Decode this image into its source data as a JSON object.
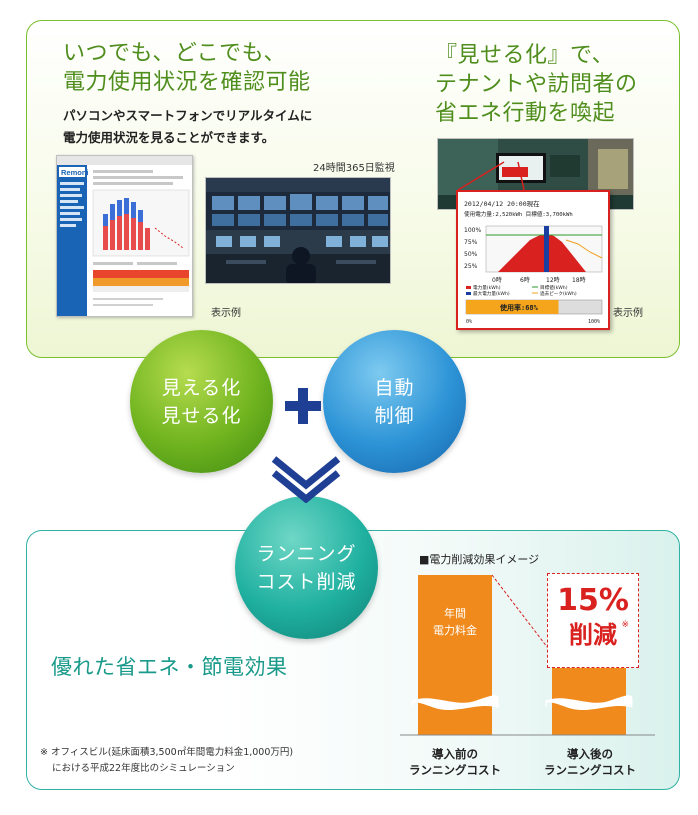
{
  "top": {
    "headline_left": [
      "いつでも、どこでも、",
      "電力使用状況を確認可能"
    ],
    "description": [
      "パソコンやスマートフォンでリアルタイムに",
      "電力使用状況を見ることができます。"
    ],
    "headline_right": [
      "『見せる化』で、",
      "テナントや訪問者の",
      "省エネ行動を喚起"
    ],
    "caption_monitor": "24時間365日監視",
    "caption_example_left": "表示例",
    "caption_example_right": "表示例",
    "browser_logo": "Remoni",
    "dashboard": {
      "date_line": "2012/04/12 20:00現在",
      "usage_line": "使用電力量:2,520kWh 目標値:3,700kWh",
      "y_ticks": [
        "100%",
        "75%",
        "50%",
        "25%"
      ],
      "x_ticks": [
        "0時",
        "6時",
        "12時",
        "18時"
      ],
      "legend": [
        "電力量(kWh)",
        "目標値(kWh)",
        "最大電力量(kWh)",
        "過去ピーク(kWh)"
      ],
      "usage_rate_label": "使用率:68%",
      "usage_rate": 0.68,
      "scale_min": "0%",
      "scale_max": "100%"
    }
  },
  "circles": {
    "visual": [
      "見える化",
      "見せる化"
    ],
    "auto": [
      "自動",
      "制御"
    ],
    "cost": [
      "ランニング",
      "コスト削減"
    ]
  },
  "bottom": {
    "effect_title": "優れた省エネ・節電効果",
    "footnote": [
      "※ オフィスビル(延床面積3,500㎡年間電力料金1,000万円)",
      "における平成22年度比のシミュレーション"
    ]
  },
  "chart_data": {
    "type": "bar",
    "title": "■電力削減効果イメージ",
    "categories": [
      "導入前の\nランニングコスト",
      "導入後の\nランニングコスト"
    ],
    "values": [
      100,
      85
    ],
    "bar_label": [
      "年間",
      "電力料金"
    ],
    "reduction_label": "15%",
    "reduction_text": "削減",
    "reduction_note": "※",
    "colors": {
      "bar": "#f08a1c",
      "reduction": "#d9211f"
    }
  },
  "colors": {
    "green": "#7cbf2e",
    "teal": "#2fb2a3",
    "blue": "#1f3f95",
    "red": "#d9211f"
  }
}
